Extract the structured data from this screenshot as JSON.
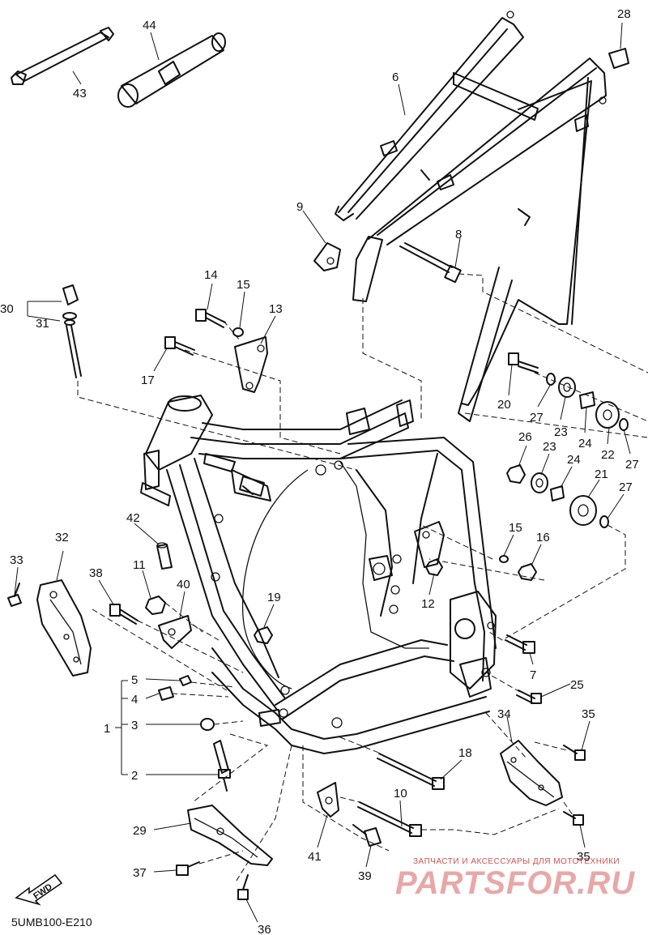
{
  "drawing_number": "5UMB100-E210",
  "watermark": {
    "caption": "ЗАПЧАСТИ И АКСЕССУАРЫ ДЛЯ МОТОТЕХНИКИ",
    "logo": "PARTSFOR.RU"
  },
  "fwd_arrow_label": "FWD",
  "parts": {
    "frame": "1",
    "bolt_2": "2",
    "washer_3": "3",
    "bolt_4": "4",
    "clip_5": "5",
    "rear_frame": "6",
    "bolt_7": "7",
    "bolt_8": "8",
    "bracket_9": "9",
    "bolt_10": "10",
    "nut_11": "11",
    "nut_12": "12",
    "bracket_13": "13",
    "bolt_14": "14",
    "washer_15a": "15",
    "washer_15b": "15",
    "nut_16": "16",
    "bolt_17": "17",
    "bolt_18": "18",
    "nut_19": "19",
    "bolt_20": "20",
    "bushing_21": "21",
    "bushing_22": "22",
    "collar_23a": "23",
    "collar_23b": "23",
    "collar_24a": "24",
    "collar_24b": "24",
    "bolt_25": "25",
    "nut_26": "26",
    "washer_27a": "27",
    "washer_27b": "27",
    "washer_27c": "27",
    "cap_28": "28",
    "engine_guard": "29",
    "oil_filler_30": "30",
    "o_ring_31": "31",
    "guard_32": "32",
    "bolt_33": "33",
    "guard_34": "34",
    "bolt_35a": "35",
    "bolt_35b": "35",
    "bolt_36": "36",
    "bolt_37": "37",
    "bolt_38": "38",
    "collar_39": "39",
    "bracket_40": "40",
    "bracket_41": "41",
    "damper_42": "42",
    "wrench_43": "43",
    "socket_wrench_44": "44"
  }
}
